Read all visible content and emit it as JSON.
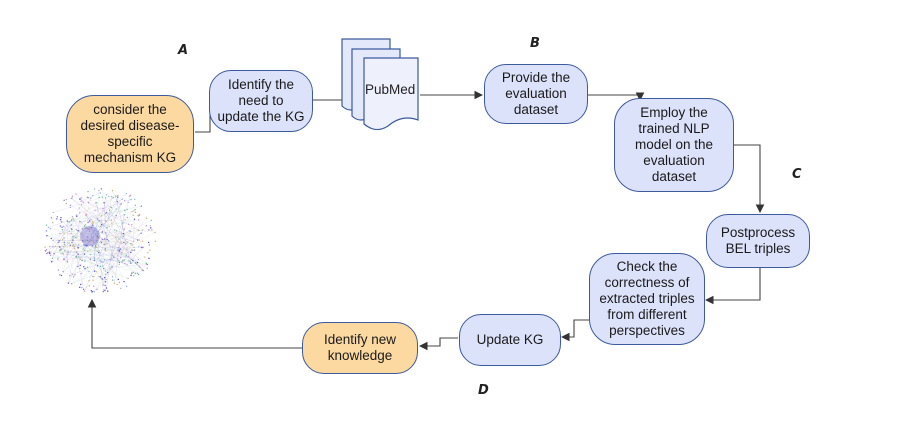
{
  "labels": {
    "a": "A",
    "b": "B",
    "c": "C",
    "d": "D"
  },
  "nodes": {
    "consider": "consider the desired disease-specific mechanism KG",
    "identify_need": "Identify the need to update the KG",
    "pubmed": "PubMed",
    "provide": "Provide the evaluation dataset",
    "employ": "Employ the trained NLP model on the evaluation dataset",
    "postprocess": "Postprocess BEL triples",
    "check": "Check the correctness of extracted triples from different perspectives",
    "update": "Update KG",
    "identify_new": "Identify new knowledge"
  },
  "colors": {
    "process_fill": "#dde2fb",
    "highlight_fill": "#fcd9a0",
    "border": "#3d5a9e",
    "arrow": "#333333"
  },
  "icons": {
    "documents": "pubmed-documents-icon",
    "graph": "network-graph-icon"
  }
}
